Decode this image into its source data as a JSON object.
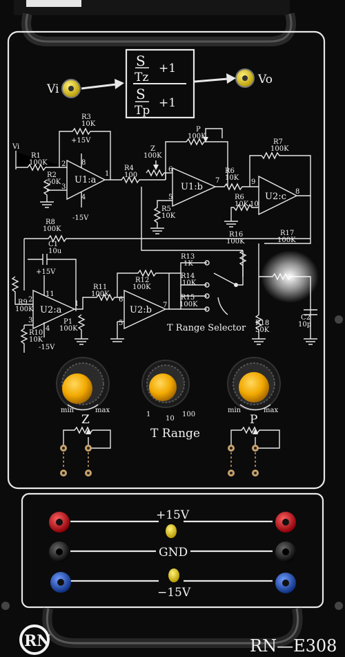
{
  "transfer_function": {
    "input": "Vi",
    "output": "Vo",
    "num_s": "S",
    "num_t": "Tz",
    "num_plus": "+1",
    "den_s": "S",
    "den_t": "Tp",
    "den_plus": "+1"
  },
  "components": {
    "R1": {
      "name": "R1",
      "value": "100K"
    },
    "R2": {
      "name": "R2",
      "value": "50K"
    },
    "R3": {
      "name": "R3",
      "value": "10K"
    },
    "R4": {
      "name": "R4",
      "value": "100"
    },
    "R5": {
      "name": "R5",
      "value": "10K"
    },
    "R6a": {
      "name": "R6",
      "value": "10K"
    },
    "R6b": {
      "name": "R6",
      "value": "10K"
    },
    "R7": {
      "name": "R7",
      "value": "100K"
    },
    "R8": {
      "name": "R8",
      "value": "100K"
    },
    "R9": {
      "name": "R9",
      "value": "100K"
    },
    "R10": {
      "name": "R10",
      "value": "10K"
    },
    "R11": {
      "name": "R11",
      "value": "100K"
    },
    "R12": {
      "name": "R12",
      "value": "100K"
    },
    "R13": {
      "name": "R13",
      "value": "1K"
    },
    "R14": {
      "name": "R14",
      "value": "10K"
    },
    "R15": {
      "name": "R15",
      "value": "100K"
    },
    "R16": {
      "name": "R16",
      "value": "100K"
    },
    "R17": {
      "name": "R17",
      "value": "100K"
    },
    "R18": {
      "name": "R18",
      "value": "50K"
    },
    "C1": {
      "name": "C1",
      "value": "10u"
    },
    "C2": {
      "name": "C2",
      "value": "10p"
    },
    "P": {
      "name": "P",
      "value": "100K"
    },
    "Z": {
      "name": "Z",
      "value": "100K"
    },
    "P1": {
      "name": "P1",
      "value": "100K"
    }
  },
  "opamps": [
    "U1:a",
    "U1:b",
    "U2:c",
    "U2:a",
    "U2:b"
  ],
  "pins": [
    "1",
    "2",
    "3",
    "4",
    "5",
    "6",
    "7",
    "8",
    "9",
    "10",
    "11"
  ],
  "supply": {
    "pos": "+15V",
    "neg": "-15V",
    "vi": "Vi"
  },
  "selector": {
    "label": "T Range Selector"
  },
  "knobs": {
    "z": {
      "title": "Z",
      "min": "min",
      "max": "max"
    },
    "t": {
      "title": "T Range",
      "s1": "1",
      "s2": "10",
      "s3": "100"
    },
    "p": {
      "title": "P",
      "min": "min",
      "max": "max"
    }
  },
  "power": {
    "pos": "+15V",
    "gnd": "GND",
    "neg": "−15V"
  },
  "footer": {
    "model": "RN—E308",
    "logo": "RN"
  },
  "colors": {
    "red": "#d0141b",
    "black": "#1a1a1a",
    "blue": "#1f4fbf",
    "yellow": "#e8c400",
    "knob": "#f2a900"
  }
}
